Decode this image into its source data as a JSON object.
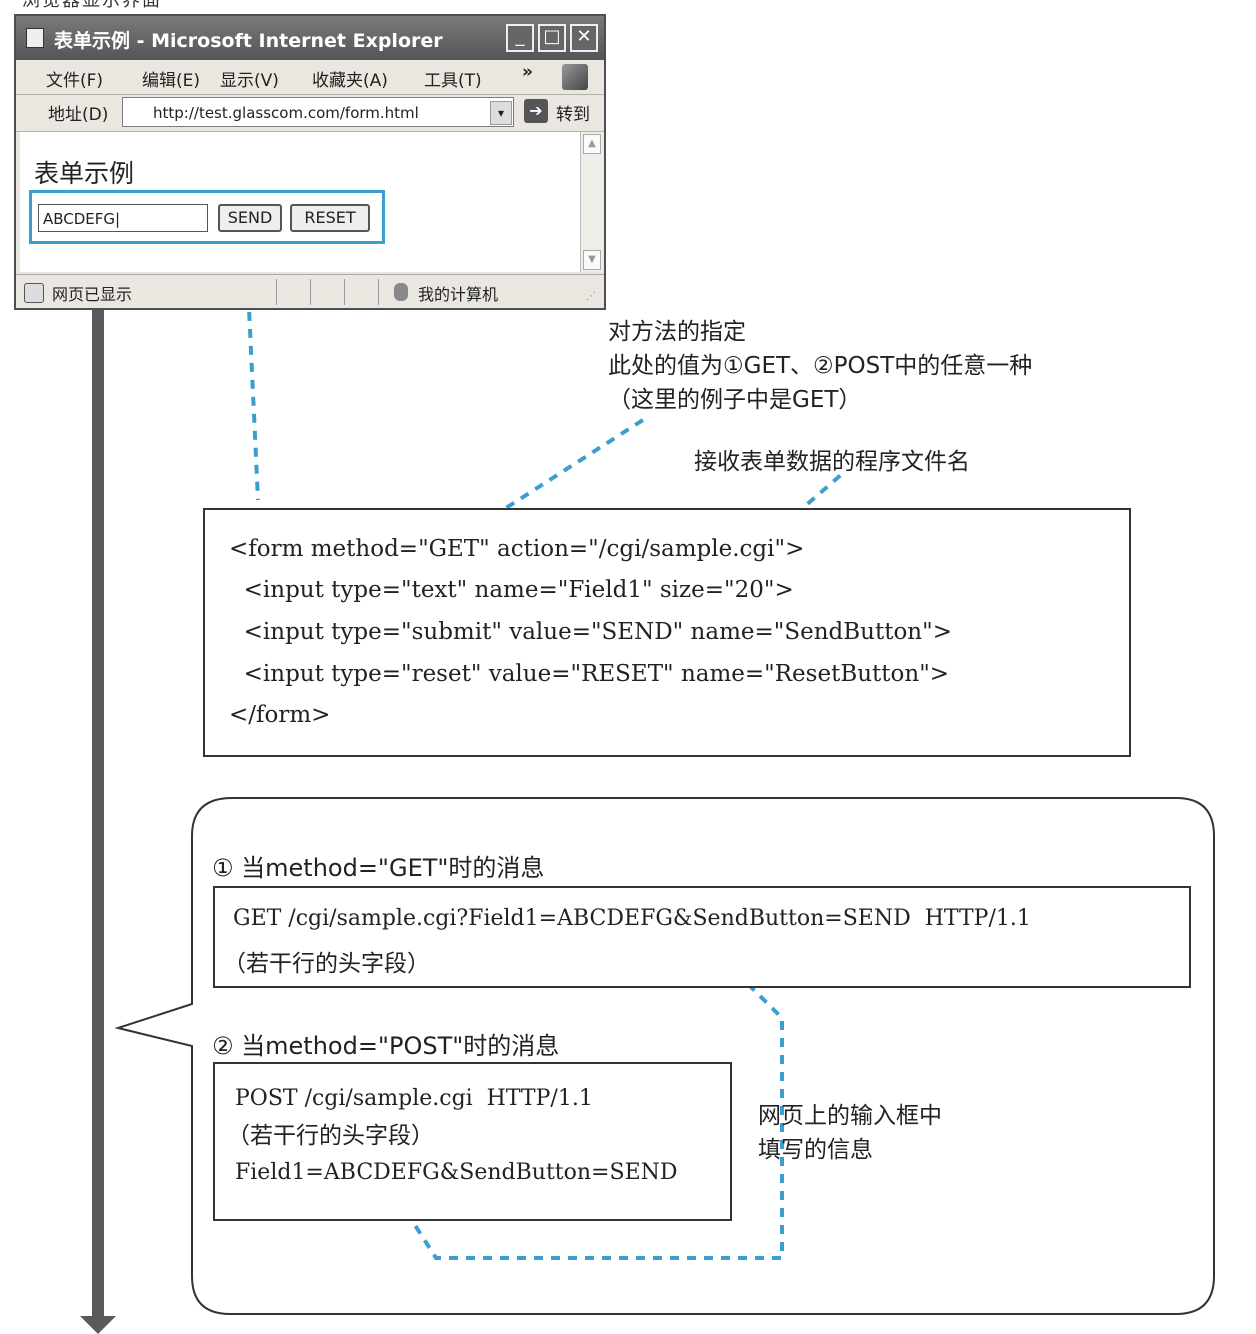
{
  "top_caption": "浏览器显示界面",
  "ie_window": {
    "title": "表单示例 - Microsoft Internet Explorer",
    "window_buttons": [
      "_",
      "□",
      "✕"
    ],
    "menus": [
      "文件(F)",
      "编辑(E)",
      "显示(V)",
      "收藏夹(A)",
      "工具(T)",
      "»"
    ],
    "address_label": "地址(D)",
    "address_url": "http://test.glasscom.com/form.html",
    "go_label": "转到",
    "page_title": "表单示例",
    "field_value": "ABCDEFG|",
    "send_label": "SEND",
    "reset_label": "RESET",
    "status_text": "网页已显示",
    "zone_text": "我的计算机"
  },
  "annotations": {
    "method_title": "对方法的指定",
    "method_desc": "此处的值为①GET、②POST中的任意一种",
    "method_note": "（这里的例子中是GET）",
    "action_desc": "接收表单数据的程序文件名",
    "input_info_line1": "网页上的输入框中",
    "input_info_line2": "填写的信息"
  },
  "form_code": [
    "<form method=\"GET\" action=\"/cgi/sample.cgi\">",
    "  <input type=\"text\" name=\"Field1\" size=\"20\">",
    "  <input type=\"submit\" value=\"SEND\" name=\"SendButton\">",
    "  <input type=\"reset\" value=\"RESET\" name=\"ResetButton\">",
    "</form>"
  ],
  "get_section": {
    "heading": "① 当method=\"GET\"时的消息",
    "request_line": "GET /cgi/sample.cgi?Field1=ABCDEFG&SendButton=SEND  HTTP/1.1",
    "headers_note": "（若干行的头字段）"
  },
  "post_section": {
    "heading": "② 当method=\"POST\"时的消息",
    "request_line": "POST /cgi/sample.cgi  HTTP/1.1",
    "headers_note": "（若干行的头字段）",
    "body": "Field1=ABCDEFG&SendButton=SEND"
  },
  "colors": {
    "accent": "#3a9fd0",
    "arrow": "#555555",
    "line": "#333333"
  }
}
